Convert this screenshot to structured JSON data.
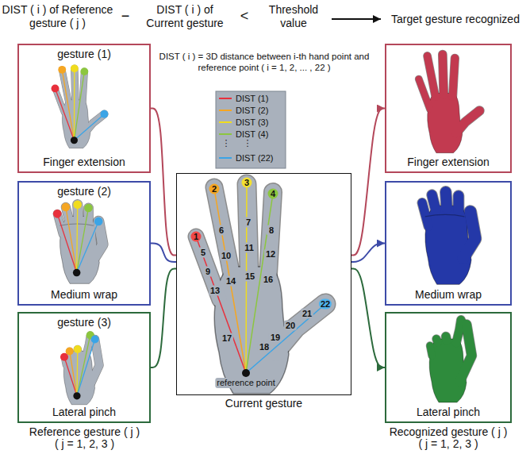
{
  "diagram": {
    "nodes": [
      {
        "text": [
          "gesture (1)",
          "Finger extension"
        ]
      },
      {
        "text": [
          "gesture (2)",
          "Medium wrap"
        ]
      },
      {
        "text": [
          "gesture (3)",
          "Lateral pinch"
        ]
      },
      {
        "text": [
          "Current gesture"
        ]
      },
      {
        "text": [
          "Finger extension"
        ]
      },
      {
        "text": [
          "Medium wrap"
        ]
      },
      {
        "text": [
          "Lateral pinch"
        ]
      }
    ],
    "edges": [
      {
        "from": 0,
        "to": 3,
        "arrow": "none"
      },
      {
        "from": 1,
        "to": 3,
        "arrow": "none"
      },
      {
        "from": 2,
        "to": 3,
        "arrow": "none"
      },
      {
        "from": 3,
        "to": 4,
        "arrow": "to"
      },
      {
        "from": 3,
        "to": 5,
        "arrow": "to"
      },
      {
        "from": 3,
        "to": 6,
        "arrow": "to"
      }
    ],
    "labels": [
      "DIST ( i ) of Reference gesture ( j )",
      "−",
      "DIST ( i ) of Current gesture",
      "<",
      "Threshold value",
      "Target gesture recognized",
      "DIST ( i ) = 3D distance between i-th hand point and reference point ( i = 1, 2, ... , 22 )",
      "⋮",
      "⋮",
      "1",
      "2",
      "3",
      "4",
      "5",
      "6",
      "7",
      "8",
      "9",
      "10",
      "11",
      "12",
      "13",
      "14",
      "15",
      "16",
      "17",
      "18",
      "19",
      "20",
      "21",
      "22",
      "reference point",
      "Reference gesture ( j ) ( j = 1, 2, 3 )",
      "Recognized gesture ( j ) ( j = 1, 2, 3 )"
    ],
    "legend": [
      {
        "text": "DIST (1)"
      },
      {
        "text": "DIST (2)"
      },
      {
        "text": "DIST (3)"
      },
      {
        "text": "DIST (4)"
      },
      {
        "text": "DIST (22)"
      }
    ]
  }
}
